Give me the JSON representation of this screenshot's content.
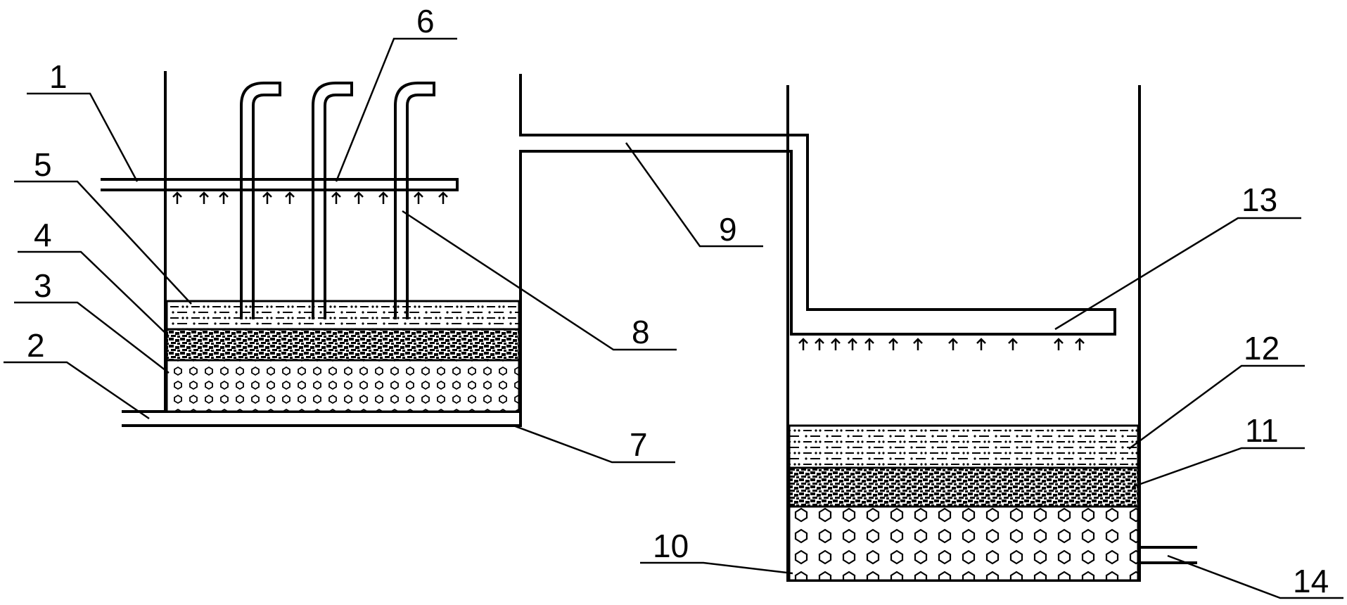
{
  "labels": {
    "l1": "1",
    "l2": "2",
    "l3": "3",
    "l4": "4",
    "l5": "5",
    "l6": "6",
    "l7": "7",
    "l8": "8",
    "l9": "9",
    "l10": "10",
    "l11": "11",
    "l12": "12",
    "l13": "13",
    "l14": "14"
  },
  "colors": {
    "ink": "#000000",
    "background": "#ffffff"
  }
}
